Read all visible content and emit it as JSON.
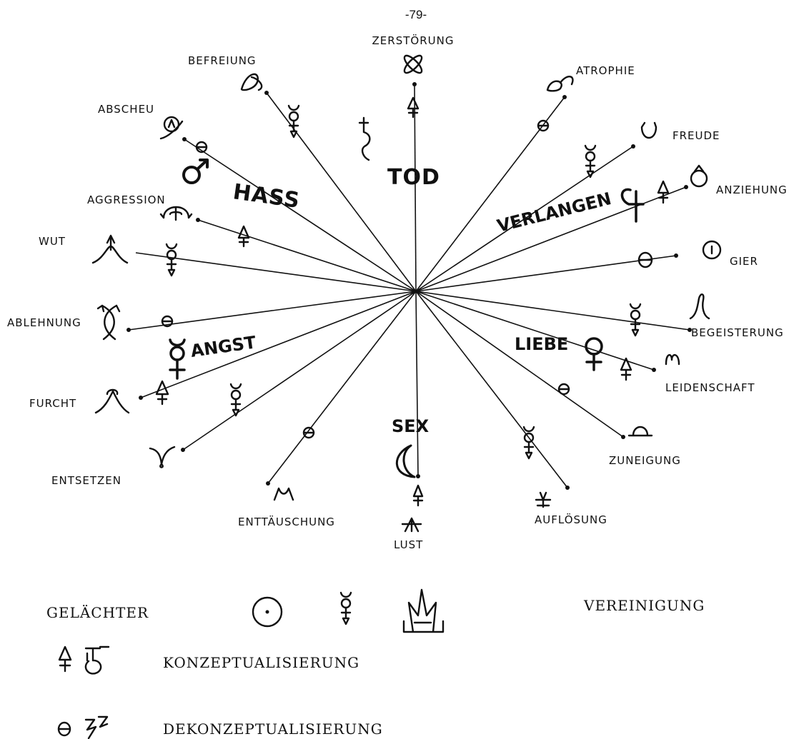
{
  "page_number": "-79-",
  "center_labels": {
    "tod": "TOD",
    "hass": "HASS",
    "verlangen": "VERLANGEN",
    "angst": "ANGST",
    "liebe": "LIEBE",
    "sex": "SEX"
  },
  "rays": [
    {
      "id": "zerstoerung",
      "label": "ZERSTÖRUNG"
    },
    {
      "id": "befreiung",
      "label": "BEFREIUNG"
    },
    {
      "id": "abscheu",
      "label": "ABSCHEU"
    },
    {
      "id": "aggression",
      "label": "AGGRESSION"
    },
    {
      "id": "wut",
      "label": "WUT"
    },
    {
      "id": "ablehnung",
      "label": "ABLEHNUNG"
    },
    {
      "id": "furcht",
      "label": "FURCHT"
    },
    {
      "id": "entsetzen",
      "label": "ENTSETZEN"
    },
    {
      "id": "enttaeuschung",
      "label": "ENTTÄUSCHUNG"
    },
    {
      "id": "lust",
      "label": "LUST"
    },
    {
      "id": "aufloesung",
      "label": "AUFLÖSUNG"
    },
    {
      "id": "zuneigung",
      "label": "ZUNEIGUNG"
    },
    {
      "id": "leidenschaft",
      "label": "LEIDENSCHAFT"
    },
    {
      "id": "begeisterung",
      "label": "BEGEISTERUNG"
    },
    {
      "id": "gier",
      "label": "GIER"
    },
    {
      "id": "anziehung",
      "label": "ANZIEHUNG"
    },
    {
      "id": "freude",
      "label": "FREUDE"
    },
    {
      "id": "atrophie",
      "label": "ATROPHIE"
    }
  ],
  "legend": {
    "gelaechter": "GELÄCHTER",
    "vereinigung": "VEREINIGUNG",
    "konzeptualisierung": "KONZEPTUALISIERUNG",
    "dekonzeptualisierung": "DEKONZEPTUALISIERUNG"
  },
  "ink_color": "#111111",
  "paper_color": "#ffffff"
}
